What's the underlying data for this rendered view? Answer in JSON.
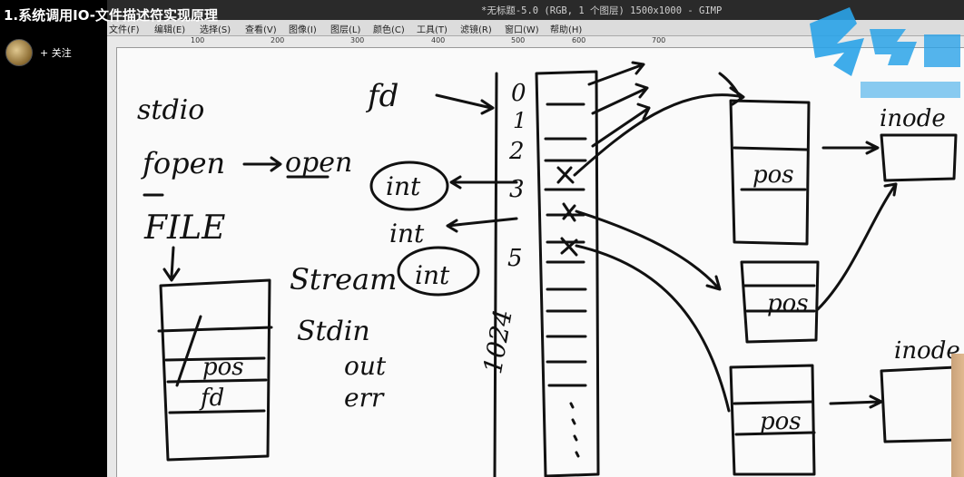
{
  "video": {
    "title": "1.系统调用IO-文件描述符实现原理",
    "follow_label": "+ 关注"
  },
  "gimp": {
    "window_title": "*无标题-5.0 (RGB, 1 个图层) 1500x1000 - GIMP",
    "menus": [
      "文件(F)",
      "编辑(E)",
      "选择(S)",
      "查看(V)",
      "图像(I)",
      "图层(L)",
      "颜色(C)",
      "工具(T)",
      "滤镜(R)",
      "窗口(W)",
      "帮助(H)"
    ],
    "ruler_ticks": [
      "100",
      "200",
      "300",
      "400",
      "500",
      "600",
      "700"
    ]
  },
  "sketch": {
    "stdio": "stdio",
    "fopen": "fopen",
    "open": "open",
    "file": "FILE",
    "pos": "pos",
    "fd": "fd",
    "fd_top": "fd",
    "stream": "Stream",
    "stdin": "Stdin",
    "out": "out",
    "err": "err",
    "int": "int",
    "int2": "int",
    "int3": "int",
    "idx": [
      "0",
      "1",
      "2",
      "3",
      "5"
    ],
    "idx_1024": "1024",
    "inode": "inode",
    "inode2": "inode",
    "pos_a": "pos",
    "pos_b": "pos",
    "pos_c": "pos"
  },
  "colors": {
    "watermark": "#2aa3e8",
    "ink": "#111111"
  },
  "watermark_icon": "brand-logo-icon"
}
